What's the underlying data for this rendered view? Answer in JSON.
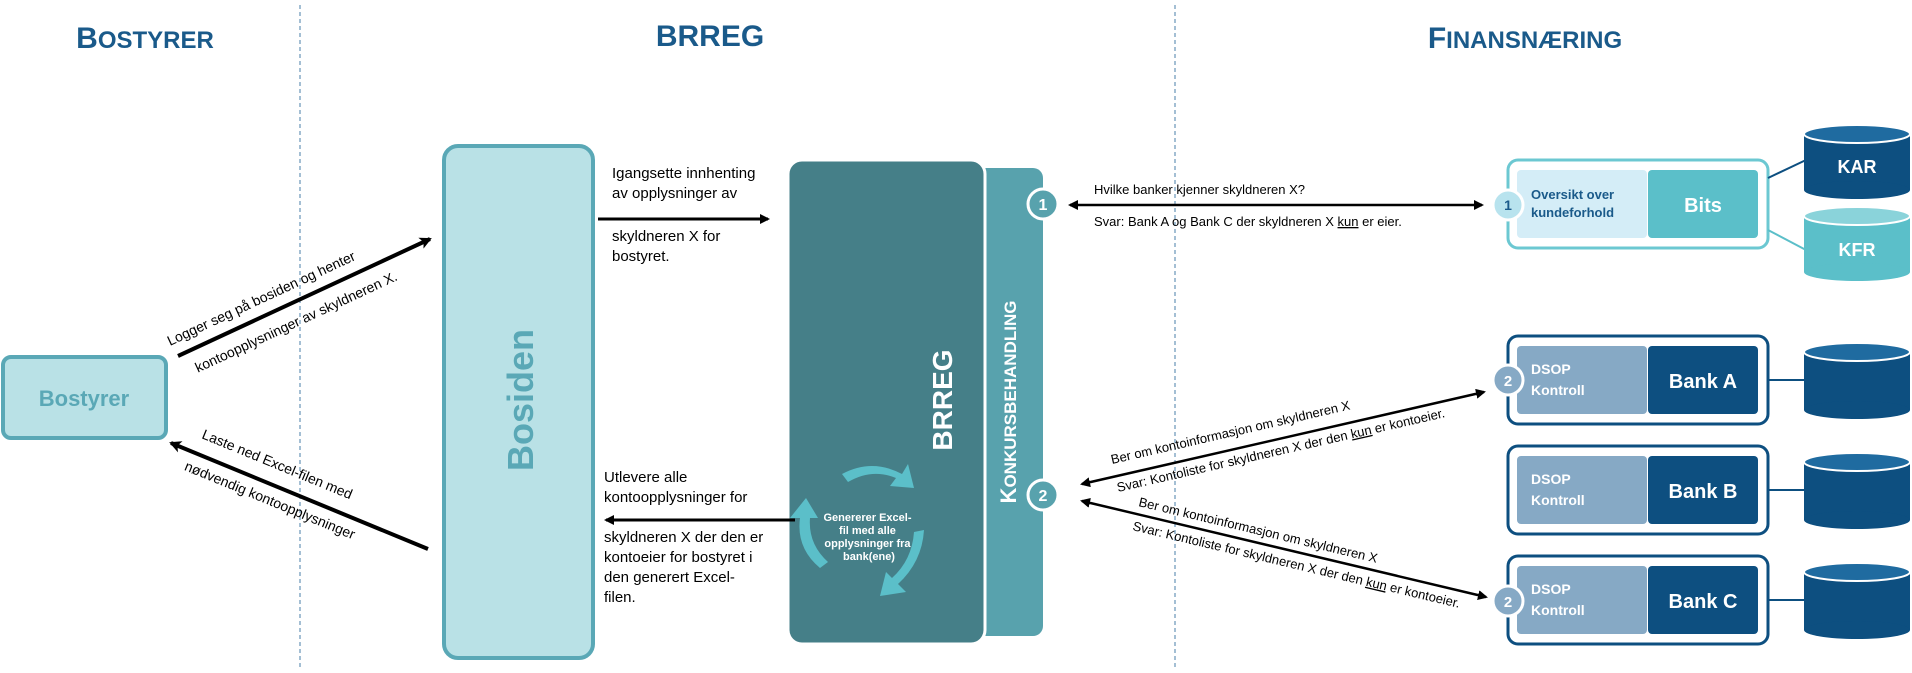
{
  "columns": {
    "bostyrer": {
      "first": "B",
      "rest": "OSTYRER"
    },
    "brreg": "BRREG",
    "finans": {
      "first": "F",
      "rest": "INANSNÆRING"
    }
  },
  "actors": {
    "bostyrer": "Bostyrer",
    "bosiden": "Bosiden",
    "brreg": "BRREG",
    "konkurs": {
      "first": "K",
      "rest": "ONKURSBEHANDLING"
    }
  },
  "generate_text": [
    "Genererer Excel-",
    "fil med alle",
    "opplysninger fra",
    "bank(ene)"
  ],
  "flows": {
    "login": [
      "Logger seg på bosiden og henter",
      "kontoopplysninger av skyldneren X."
    ],
    "download": [
      "Laste ned Excel-filen med",
      "nødvendig kontoopplysninger"
    ],
    "initiate_top": [
      "Igangsette innhenting",
      "av opplysninger av"
    ],
    "initiate_bottom": [
      "skyldneren X for",
      "bostyret."
    ],
    "deliver_top": [
      "Utlevere alle",
      "kontoopplysninger for"
    ],
    "deliver_bottom": [
      "skyldneren X der den er",
      "kontoeier for bostyret i",
      "den generert Excel-",
      "filen."
    ],
    "q1": "Hvilke banker kjenner skyldneren X?",
    "a1_pre": "Svar: Bank A og Bank C der skyldneren X ",
    "a1_kun": "kun",
    "a1_post": " er eier.",
    "q2": "Ber om kontoinformasjon om skyldneren X",
    "a2_pre": "Svar: Kontoliste for skyldneren X der den ",
    "a2_kun": "kun",
    "a2_post": " er kontoeier."
  },
  "steps": {
    "one": "1",
    "two": "2"
  },
  "finans": {
    "oversikt": [
      "Oversikt over",
      "kundeforhold"
    ],
    "bits": "Bits",
    "kar": "KAR",
    "kfr": "KFR",
    "dsop": [
      "DSOP",
      "Kontroll"
    ],
    "banks": [
      "Bank A",
      "Bank B",
      "Bank C"
    ]
  },
  "colors": {
    "title_blue": "#1a5a8a",
    "teal_light": "#b9e1e6",
    "teal_border": "#5aa8b6",
    "brreg_dark": "#457f88",
    "konkurs": "#58a2ad",
    "bits": "#5bbfc9",
    "bank_navy": "#0d4f80",
    "dsop": "#86a9c5",
    "oversikt_bg": "#d4edf7"
  }
}
